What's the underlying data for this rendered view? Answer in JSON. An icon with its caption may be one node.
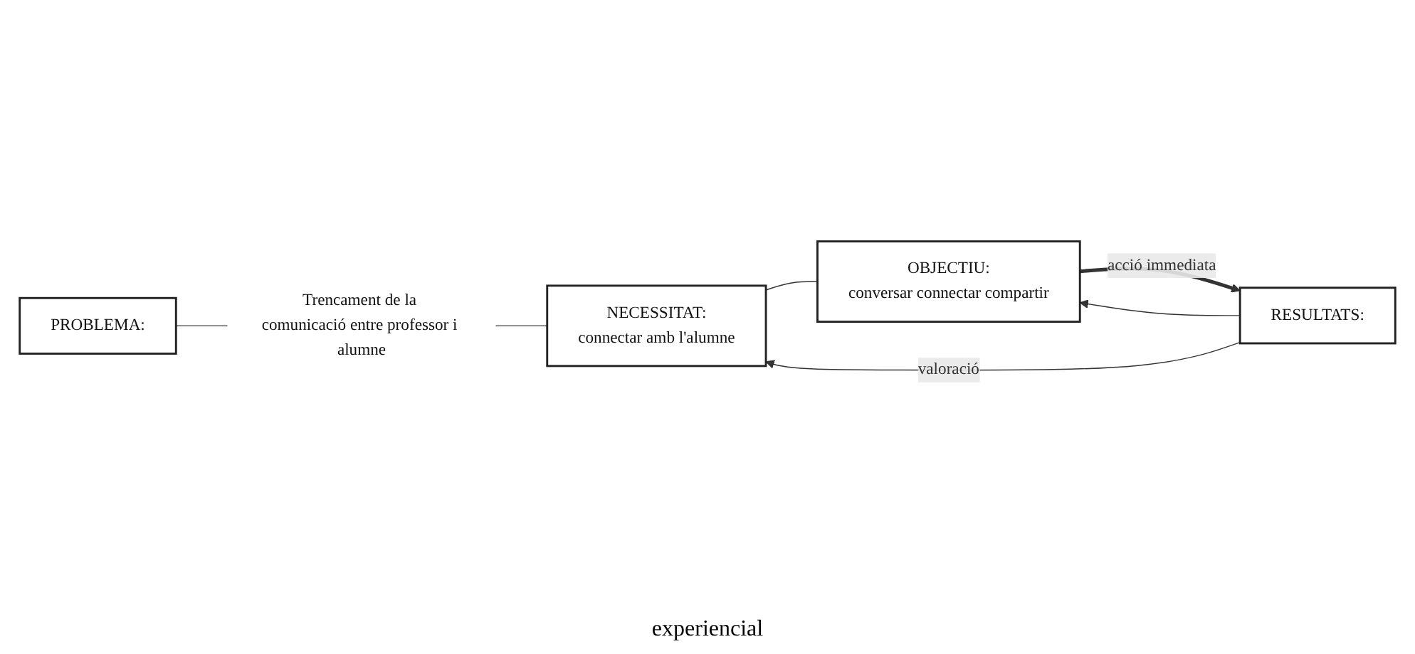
{
  "diagram": {
    "nodes": [
      {
        "text": [
          "PROBLEMA:"
        ]
      },
      {
        "text": [
          "Trencament de la comunicació entre professor i alumne"
        ]
      },
      {
        "text": [
          "NECESSITAT:",
          "connectar amb l'alumne"
        ]
      },
      {
        "text": [
          "OBJECTIU:",
          "conversar connectar compartir"
        ]
      },
      {
        "text": [
          "RESULTATS:"
        ]
      }
    ],
    "edges": [
      {
        "from": 0,
        "to": 1,
        "arrow": "none"
      },
      {
        "from": 1,
        "to": 2,
        "arrow": "none"
      },
      {
        "from": 2,
        "to": 3,
        "arrow": "none"
      },
      {
        "from": 3,
        "to": 4,
        "arrow": "to",
        "label": "acció immediata",
        "style": "thick"
      },
      {
        "from": 4,
        "to": 2,
        "arrow": "to",
        "label": "valoració"
      },
      {
        "from": 4,
        "to": 3,
        "arrow": "to"
      }
    ],
    "labels": [
      "experiencial"
    ]
  }
}
